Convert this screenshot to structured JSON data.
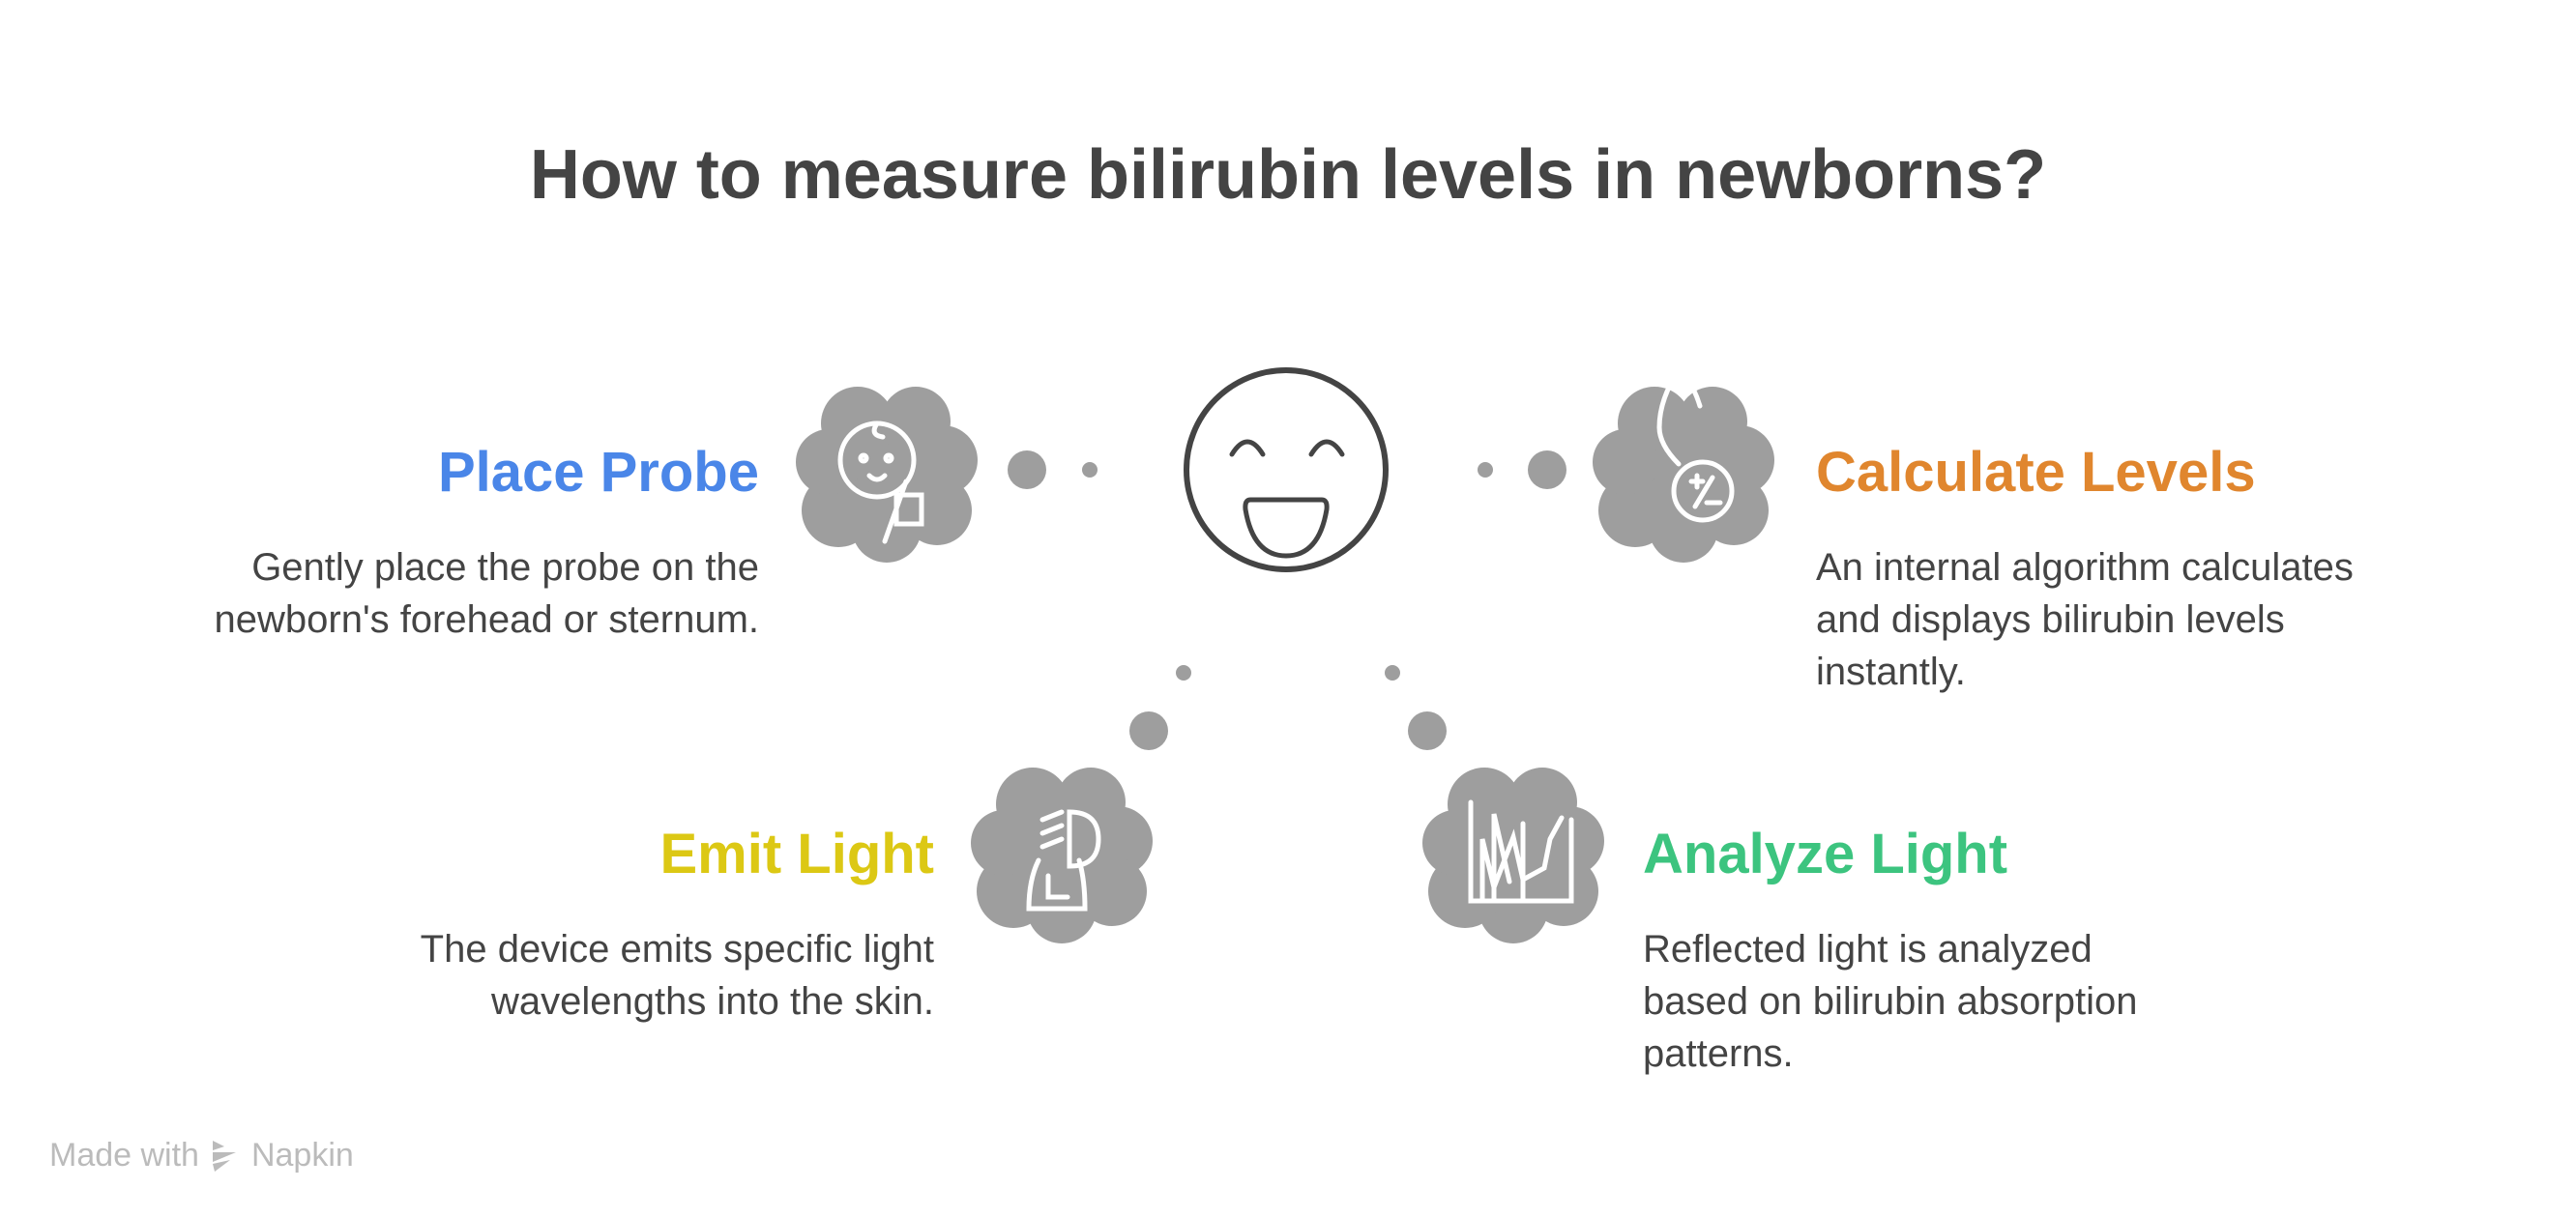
{
  "title": "How to measure bilirubin levels in newborns?",
  "center_icon": "smiling-face-icon",
  "steps": [
    {
      "title": "Place Probe",
      "description_lines": [
        "Gently place the probe on the",
        "newborn's forehead or sternum."
      ],
      "color": "#4a86e8",
      "icon": "baby-probe-icon"
    },
    {
      "title": "Calculate Levels",
      "description_lines": [
        "An internal algorithm calculates",
        "and displays bilirubin levels",
        "instantly."
      ],
      "color": "#e0862e",
      "icon": "drop-plus-minus-icon"
    },
    {
      "title": "Emit Light",
      "description_lines": [
        "The device emits specific light",
        "wavelengths into the skin."
      ],
      "color": "#dcc814",
      "icon": "light-beam-icon"
    },
    {
      "title": "Analyze Light",
      "description_lines": [
        "Reflected light is analyzed",
        "based on bilirubin absorption",
        "patterns."
      ],
      "color": "#3cc47f",
      "icon": "chart-analysis-icon"
    }
  ],
  "footer": {
    "made_with": "Made with",
    "brand": "Napkin"
  }
}
